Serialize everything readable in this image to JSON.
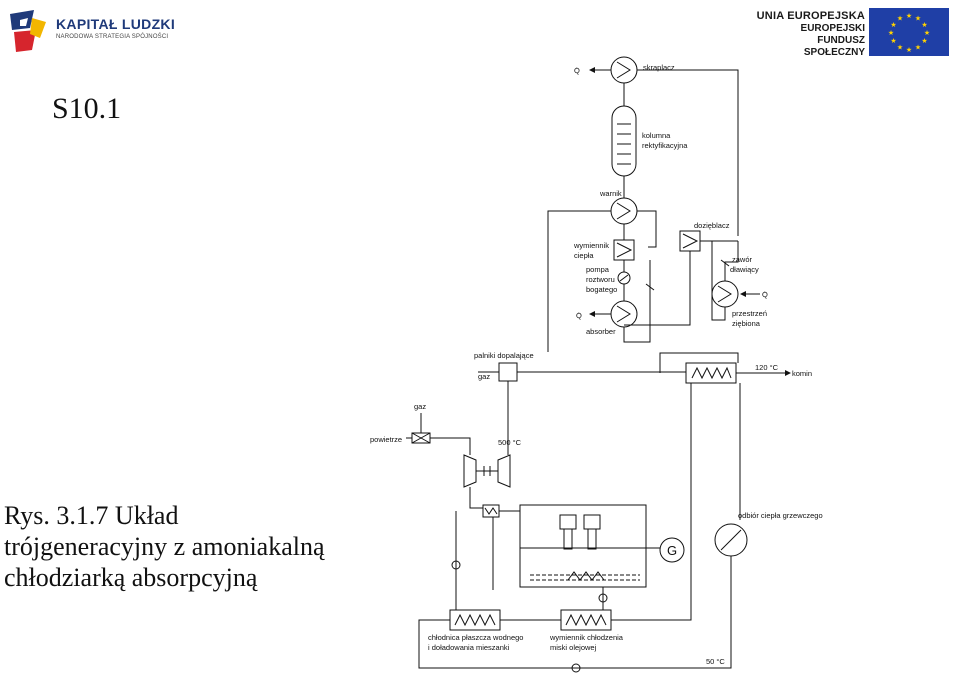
{
  "header": {
    "left_logo": {
      "title": "KAPITAŁ LUDZKI",
      "subtitle": "NARODOWA STRATEGIA SPÓJNOŚCI"
    },
    "right_logo": {
      "line1": "UNIA EUROPEJSKA",
      "line2": "EUROPEJSKI",
      "line3": "FUNDUSZ SPOŁECZNY"
    }
  },
  "slide": {
    "title": "S10.1"
  },
  "caption": {
    "line1": "Rys. 3.1.7 Układ",
    "line2": "trójgeneracyjny z amoniakalną",
    "line3": "chłodziarką absorpcyjną"
  },
  "diagram": {
    "labels": {
      "skraplacz": "skraplacz",
      "q_top": "Q̇",
      "kolumna_1": "kolumna",
      "kolumna_2": "rektyfikacyjna",
      "warnik": "warnik",
      "dozie": "dozięblacz",
      "wymiennik_1": "wymiennik",
      "wymiennik_2": "ciepła",
      "pompa_1": "pompa",
      "pompa_2": "roztworu",
      "pompa_3": "bogatego",
      "zawor_1": "zawór",
      "zawor_2": "dławiący",
      "q_right": "Q̇",
      "przestrzen_1": "przestrzeń",
      "przestrzen_2": "ziębiona",
      "q_abs": "Q̇",
      "absorber": "absorber",
      "palniki": "palniki dopalające",
      "gaz_1": "gaz",
      "temp_120": "120 °C",
      "komin": "komin",
      "gaz_2": "gaz",
      "powietrze": "powietrze",
      "temp_500": "500 °C",
      "odbior": "odbiór ciepła grzewczego",
      "generator": "G",
      "chlodnica_1": "chłodnica płaszcza wodnego",
      "chlodnica_2": "i doładowania mieszanki",
      "wym_olej_1": "wymiennik chłodzenia",
      "wym_olej_2": "miski olejowej",
      "temp_50": "50 °C"
    }
  }
}
